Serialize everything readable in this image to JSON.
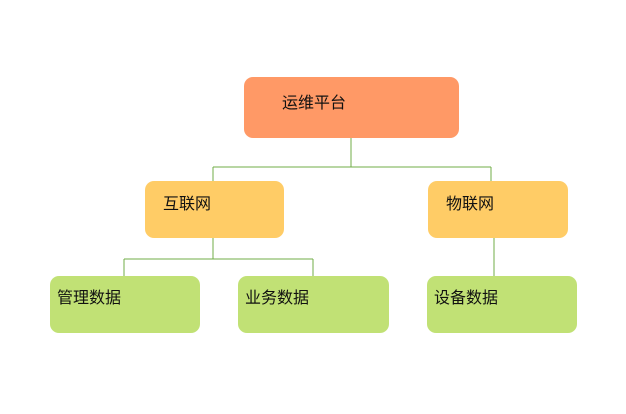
{
  "diagram": {
    "root": {
      "label": "运维平台"
    },
    "branches": [
      {
        "label": "互联网",
        "children": [
          {
            "label": "管理数据"
          },
          {
            "label": "业务数据"
          }
        ]
      },
      {
        "label": "物联网",
        "children": [
          {
            "label": "设备数据"
          }
        ]
      }
    ]
  },
  "colors": {
    "root_fill": "#FF9966",
    "branch_fill": "#FFCC66",
    "leaf_fill": "#C1E175",
    "connector": "#70AD47"
  }
}
